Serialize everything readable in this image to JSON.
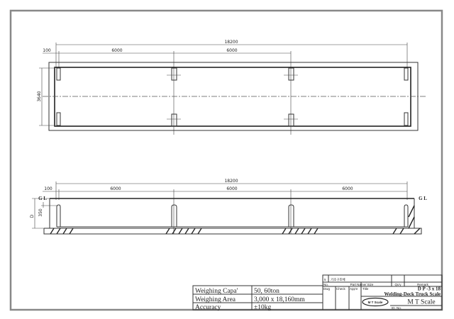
{
  "plan_view": {
    "overall_length": "18200",
    "end_offset": "100",
    "spans": [
      "6000",
      "6000"
    ],
    "width": "3640"
  },
  "side_view": {
    "overall_length": "18200",
    "end_offset": "100",
    "spans": [
      "6000",
      "6000",
      "6000"
    ],
    "depth": "D",
    "pit_depth": "350",
    "ground_level_left": "G L",
    "ground_level_right": "G L"
  },
  "spec_table": [
    {
      "label": "Weighing Capa'",
      "value": "50, 60ton"
    },
    {
      "label": "Weighing Area",
      "value": "3,000 x 18,160mm"
    },
    {
      "label": "Accuracy",
      "value": "±10kg"
    }
  ],
  "title_block": {
    "item_no": "5",
    "part_name_value": "기초구조체",
    "header_no": "No.",
    "header_part": "Part Name/ Size",
    "header_qty": "Qu'y",
    "header_remark": "Remark",
    "dwg": "Dwg",
    "check": "Check",
    "appr": "App'e",
    "title_label": "Title",
    "drawing_no": "D P -3 x 18",
    "title": "Welding-Deck Truck Scale",
    "logo": "M T Scale",
    "company": "M T Scale",
    "id_no": "ID. No."
  }
}
